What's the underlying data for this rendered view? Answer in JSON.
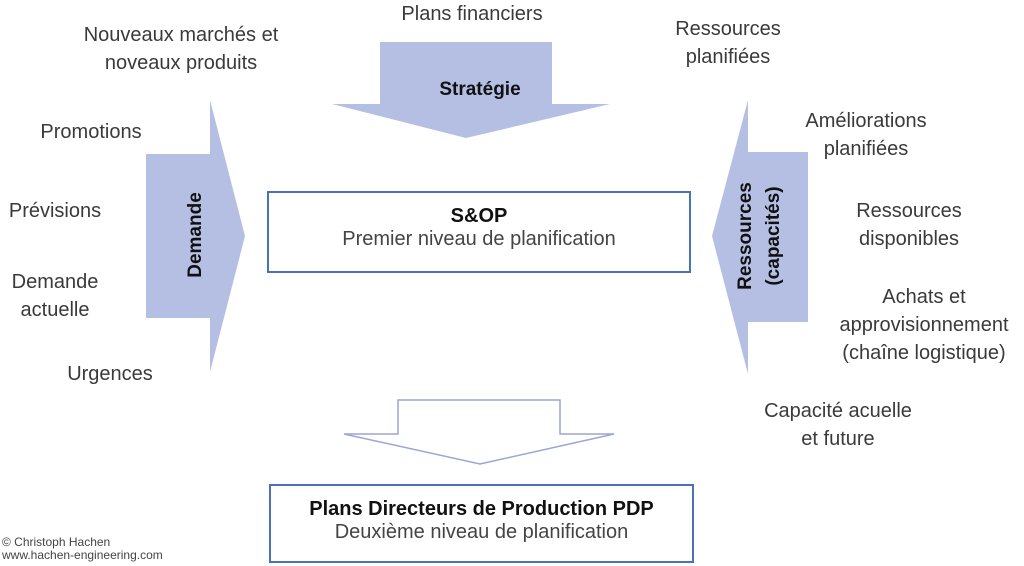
{
  "strategy": {
    "arrow_label": "Stratégie",
    "input": "Plans financiers"
  },
  "demand": {
    "arrow_label": "Demande",
    "inputs": [
      [
        "Nouveaux marchés et",
        "noveaux produits"
      ],
      [
        "Promotions"
      ],
      [
        "Prévisions"
      ],
      [
        "Demande",
        "actuelle"
      ],
      [
        "Urgences"
      ]
    ]
  },
  "resources": {
    "arrow_label_lines": [
      "Ressources",
      "(capacités)"
    ],
    "inputs": [
      [
        "Ressources",
        "planifiées"
      ],
      [
        "Améliorations",
        "planifiées"
      ],
      [
        "Ressources",
        "disponibles"
      ],
      [
        "Achats et",
        "approvisionnement",
        "(chaîne logistique)"
      ],
      [
        "Capacité acuelle",
        "et future"
      ]
    ]
  },
  "sop_box": {
    "title": "S&OP",
    "subtitle": "Premier niveau de planification"
  },
  "pdp_box": {
    "title": "Plans Directeurs de Production PDP",
    "subtitle": "Deuxième niveau de planification"
  },
  "credit": {
    "line1": "© Christoph Hachen",
    "line2": "www.hachen-engineering.com"
  },
  "colors": {
    "arrow_fill": "#b4bfe3",
    "box_border": "#4a72b8",
    "outline_arrow": "#9aa6d6"
  }
}
